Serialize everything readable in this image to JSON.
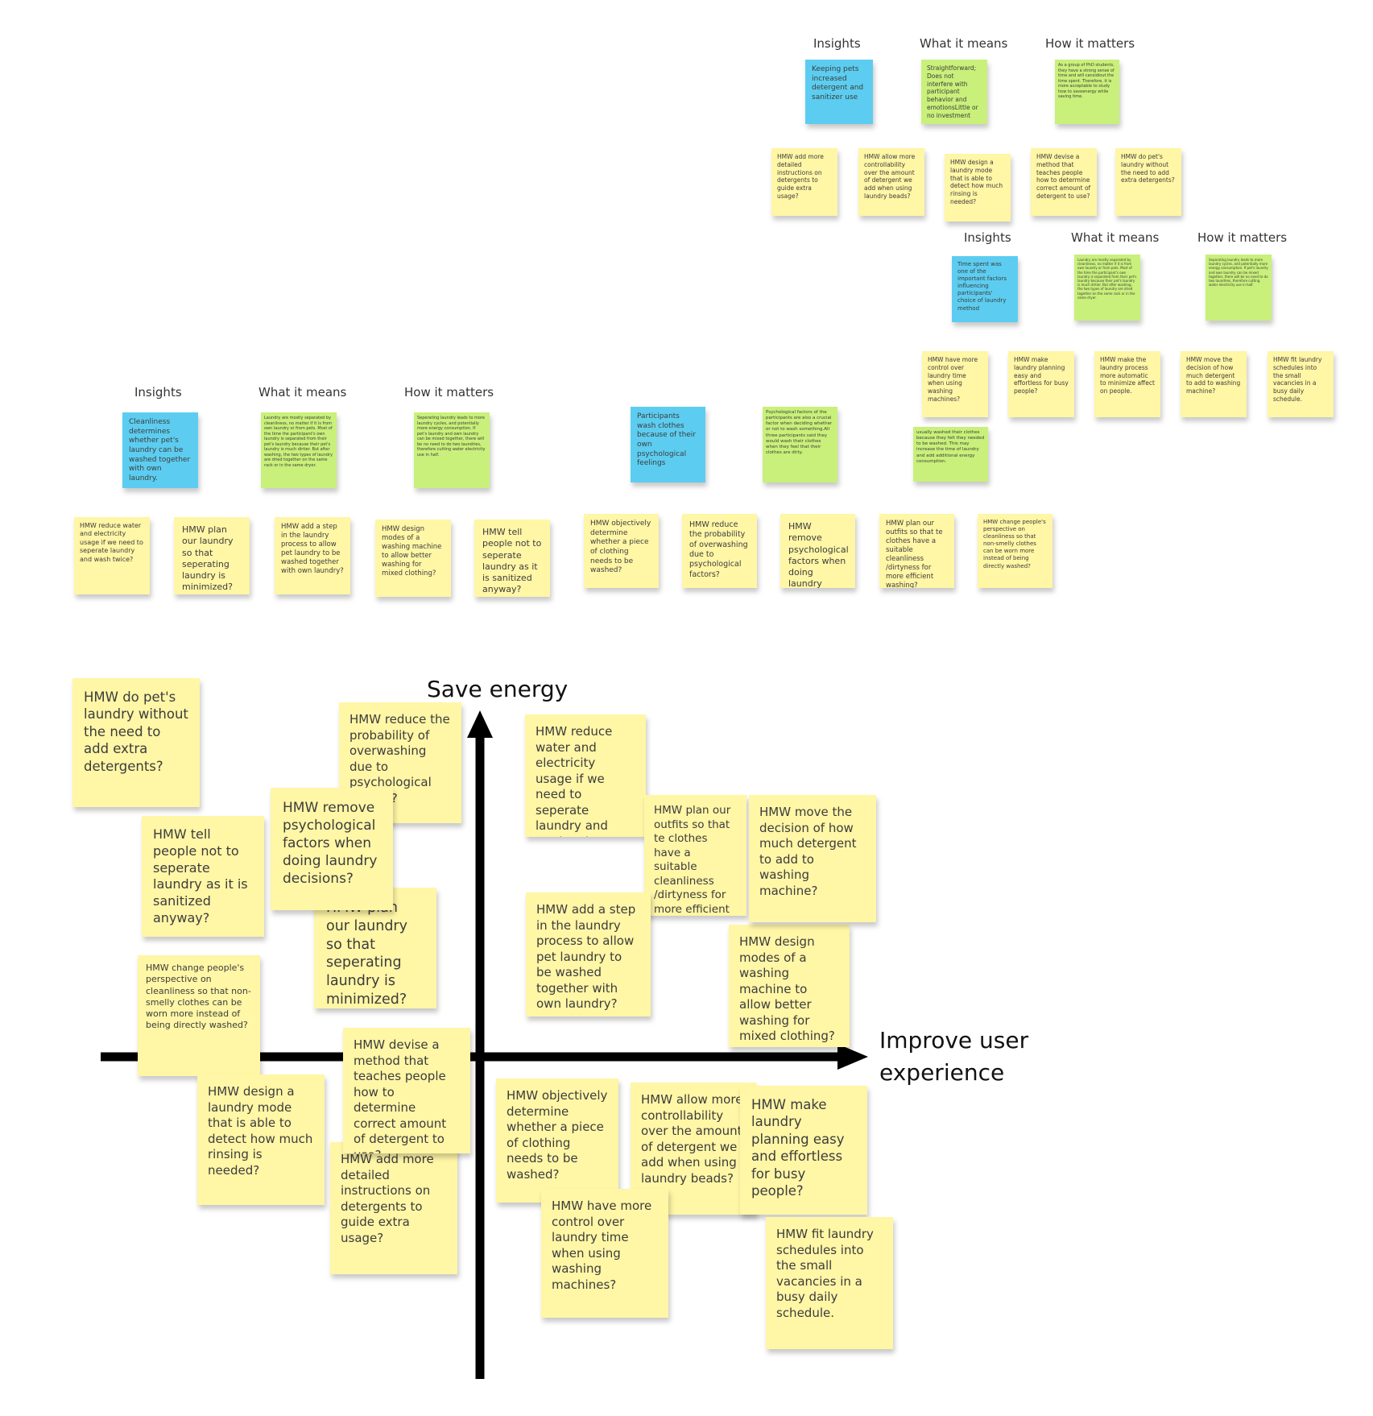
{
  "colors": {
    "yellow": "#fff6a6",
    "green": "#c9f07a",
    "blue": "#5ccdf0",
    "axis": "#000000"
  },
  "section_a": {
    "headers": [
      "Insights",
      "What it means",
      "How it matters"
    ],
    "insight": "Cleanliness determines whether pet's laundry can be washed together with own laundry.",
    "means": "Laundry are mostly separated by cleanliness, no matter if it is from own laundry or from pets. Most of the time the participant's own laundry is separated from their pet's laundry because their pet's laundry is much dirtier. But after washing, the two types of laundry are dried together on the same rack or in the same dryer.",
    "matters": "Seperating laundry leads to more laundry cycles, and potentially more energy consumption. If pet's laundry and own laundry can be mixed together, there will be no need to do two laundries, therefore cutting water electricity use in half.",
    "hmw": [
      "HMW reduce water and electricity usage if we need to seperate laundry and wash twice?",
      "HMW plan our laundry so that seperating laundry is minimized?",
      "HMW add a step in the laundry process to allow pet laundry to be washed together with own laundry?",
      "HMW design modes of a washing machine to allow better washing for mixed clothing?",
      "HMW tell people not to seperate laundry as it is sanitized anyway?"
    ]
  },
  "section_b": {
    "insight": "Participants wash clothes because of their own psychological feelings",
    "means": "Psychological factors of the participants are also a crucial factor when deciding whether or not to wash something.All three participants said they would wash their clothes when they feel that their clothes are dirty.",
    "matters": "usually washed their clothes because they felt they needed to be washed. This may increase the time of laundry and add additional energy consumption.",
    "hmw": [
      "HMW objectively determine whether a piece of clothing needs to be washed?",
      "HMW reduce the probability of overwashing due to psychological factors?",
      "HMW remove psychological factors when doing laundry decisions?",
      "HMW plan our outfits so that te clothes have a suitable cleanliness /dirtyness for more efficient washing?",
      "HMW change people's perspective on cleanliness so that non-smelly clothes can be worn more instead of being directly washed?"
    ]
  },
  "section_c": {
    "headers": [
      "Insights",
      "What it means",
      "How it matters"
    ],
    "insight": "Keeping pets increased detergent and sanitizer use",
    "means": "Straightforward; Does not interfere with participant behavior and emotionsLittle or no investment",
    "matters": "As a group of PhD students, they have a strong sense of time and will cansidiout the time spent. Therefore, it is more acceptable to study how to saveenergy while saving time.",
    "hmw": [
      "HMW add more detailed instructions on detergents to guide extra usage?",
      "HMW allow more controllability over the amount of detergent we add when using laundry beads?",
      "HMW design a laundry mode that is able to detect how much rinsing is needed?",
      "HMW devise a method that teaches people how to determine correct amount of detergent to use?",
      "HMW do pet's laundry without the need to add extra detergents?"
    ]
  },
  "section_d": {
    "headers": [
      "Insights",
      "What it means",
      "How it matters"
    ],
    "insight": "Time spent was one of the important factors influencing participants' choice of laundry method",
    "means": "Laundry are mostly separated by cleanliness, no matter if it is from own laundry or from pets. Most of the time the participant's own laundry is separated from their pet's laundry because their pet's laundry is much dirtier. But after washing, the two types of laundry are dried together on the same rack or in the same dryer.",
    "matters": "Separating laundry leads to more laundry cycles, and potentially more energy consumption. If pet's laundry and own laundry can be mixed together, there will be no need to do two laundries, therefore cutting water electricity use in half.",
    "hmw": [
      "HMW have more control over laundry time when using washing machines?",
      "HMW make laundry planning easy and effortless for busy people?",
      "HMW make the laundry process more automatic to minimize affect on people.",
      "HMW move the decision of how much detergent to add to washing machine?",
      "HMW fit laundry schedules into the small vacancies in a busy daily schedule."
    ]
  },
  "matrix": {
    "y_axis_label": "Save energy",
    "x_axis_label": "Improve user\nexperience",
    "notes": [
      "HMW do pet's laundry without the need to add extra detergents?",
      "HMW reduce the probability of overwashing due to psychological factors?",
      "HMW tell people not to seperate laundry as it is sanitized anyway?",
      "HMW plan our laundry so that seperating laundry is minimized?",
      "HMW remove psychological factors when doing laundry decisions?",
      "HMW change people's perspective on cleanliness so that non-smelly clothes can be worn more instead of being directly washed?",
      "HMW design a laundry mode that is able to detect how much rinsing is needed?",
      "HMW add more detailed instructions on detergents to guide extra usage?",
      "HMW devise a method that teaches people how to determine correct amount of detergent to use?",
      "HMW reduce water and electricity usage if we need to seperate laundry and wash twice?",
      "HMW plan our outfits so that te clothes have a suitable cleanliness /dirtyness for more efficient washing?",
      "HMW add a step in the laundry process to allow pet laundry to be washed together with own laundry?",
      "HMW design modes of a washing machine to allow better washing for mixed clothing?",
      "HMW move the decision of how much detergent to add to washing machine?",
      "HMW objectively determine whether a piece of clothing needs to be washed?",
      "HMW allow more controllability over the amount of detergent we add when using laundry beads?",
      "HMW have more control over laundry time when using washing machines?",
      "HMW make laundry planning easy and effortless for busy people?",
      "HMW fit laundry schedules into the small vacancies in a busy daily schedule."
    ]
  }
}
